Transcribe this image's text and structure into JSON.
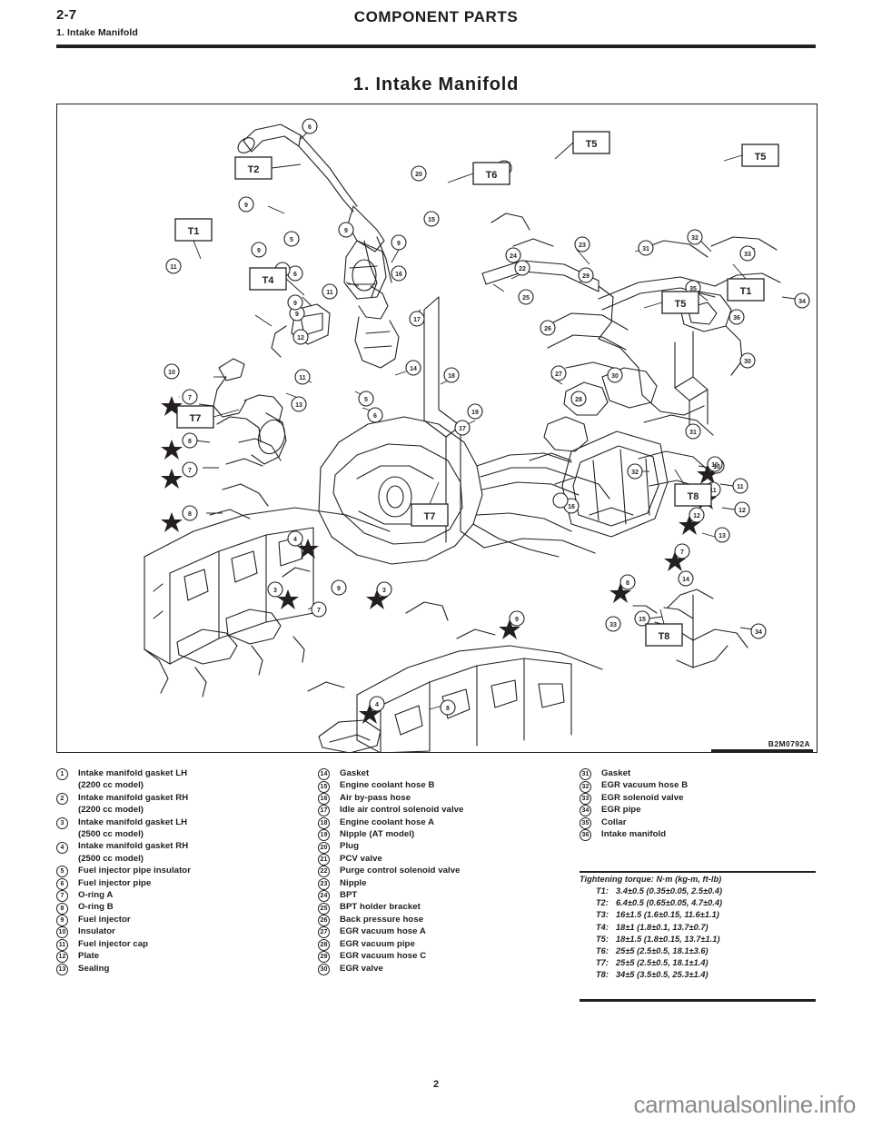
{
  "header": {
    "page_number": "2-7",
    "subtitle": "1. Intake Manifold",
    "title": "COMPONENT PARTS"
  },
  "section": {
    "title": "1.  Intake Manifold"
  },
  "figure": {
    "code": "B2M0792A",
    "callout_boxes": [
      "T1",
      "T2",
      "T4",
      "T5",
      "T6",
      "T7",
      "T8"
    ]
  },
  "parts": {
    "column1": [
      {
        "num": "1",
        "label": "Intake manifold gasket LH",
        "sub": "(2200 cc model)"
      },
      {
        "num": "2",
        "label": "Intake manifold gasket RH",
        "sub": "(2200 cc model)"
      },
      {
        "num": "3",
        "label": "Intake manifold gasket LH",
        "sub": "(2500 cc model)"
      },
      {
        "num": "4",
        "label": "Intake manifold gasket RH",
        "sub": "(2500 cc model)"
      },
      {
        "num": "5",
        "label": "Fuel injector pipe insulator",
        "sub": ""
      },
      {
        "num": "6",
        "label": "Fuel injector pipe",
        "sub": ""
      },
      {
        "num": "7",
        "label": "O-ring A",
        "sub": ""
      },
      {
        "num": "8",
        "label": "O-ring B",
        "sub": ""
      },
      {
        "num": "9",
        "label": "Fuel injector",
        "sub": ""
      },
      {
        "num": "10",
        "label": "Insulator",
        "sub": ""
      },
      {
        "num": "11",
        "label": "Fuel injector cap",
        "sub": ""
      },
      {
        "num": "12",
        "label": "Plate",
        "sub": ""
      },
      {
        "num": "13",
        "label": "Sealing",
        "sub": ""
      }
    ],
    "column2": [
      {
        "num": "14",
        "label": "Gasket",
        "sub": ""
      },
      {
        "num": "15",
        "label": "Engine coolant hose B",
        "sub": ""
      },
      {
        "num": "16",
        "label": "Air by-pass hose",
        "sub": ""
      },
      {
        "num": "17",
        "label": "Idle air control solenoid valve",
        "sub": ""
      },
      {
        "num": "18",
        "label": "Engine coolant hose A",
        "sub": ""
      },
      {
        "num": "19",
        "label": "Nipple (AT model)",
        "sub": ""
      },
      {
        "num": "20",
        "label": "Plug",
        "sub": ""
      },
      {
        "num": "21",
        "label": "PCV valve",
        "sub": ""
      },
      {
        "num": "22",
        "label": "Purge control solenoid valve",
        "sub": ""
      },
      {
        "num": "23",
        "label": "Nipple",
        "sub": ""
      },
      {
        "num": "24",
        "label": "BPT",
        "sub": ""
      },
      {
        "num": "25",
        "label": "BPT holder bracket",
        "sub": ""
      },
      {
        "num": "26",
        "label": "Back pressure hose",
        "sub": ""
      },
      {
        "num": "27",
        "label": "EGR vacuum hose A",
        "sub": ""
      },
      {
        "num": "28",
        "label": "EGR vacuum pipe",
        "sub": ""
      },
      {
        "num": "29",
        "label": "EGR vacuum hose C",
        "sub": ""
      },
      {
        "num": "30",
        "label": "EGR valve",
        "sub": ""
      }
    ],
    "column3": [
      {
        "num": "31",
        "label": "Gasket",
        "sub": ""
      },
      {
        "num": "32",
        "label": "EGR vacuum hose B",
        "sub": ""
      },
      {
        "num": "33",
        "label": "EGR solenoid valve",
        "sub": ""
      },
      {
        "num": "34",
        "label": "EGR pipe",
        "sub": ""
      },
      {
        "num": "35",
        "label": "Collar",
        "sub": ""
      },
      {
        "num": "36",
        "label": "Intake manifold",
        "sub": ""
      }
    ]
  },
  "torque": {
    "heading": "Tightening torque: N·m (kg-m, ft-lb)",
    "rows": [
      {
        "key": "T1:",
        "value": "3.4±0.5 (0.35±0.05, 2.5±0.4)"
      },
      {
        "key": "T2:",
        "value": "6.4±0.5 (0.65±0.05, 4.7±0.4)"
      },
      {
        "key": "T3:",
        "value": "16±1.5 (1.6±0.15, 11.6±1.1)"
      },
      {
        "key": "T4:",
        "value": "18±1 (1.8±0.1, 13.7±0.7)"
      },
      {
        "key": "T5:",
        "value": "18±1.5 (1.8±0.15, 13.7±1.1)"
      },
      {
        "key": "T6:",
        "value": "25±5 (2.5±0.5, 18.1±3.6)"
      },
      {
        "key": "T7:",
        "value": "25±5 (2.5±0.5, 18.1±1.4)"
      },
      {
        "key": "T8:",
        "value": "34±5 (3.5±0.5, 25.3±1.4)"
      }
    ]
  },
  "footer": {
    "page": "2",
    "watermark": "carmanualsonline.info"
  },
  "colors": {
    "ink": "#231f20",
    "paper": "#ffffff",
    "watermark": "#8a8a8a"
  }
}
